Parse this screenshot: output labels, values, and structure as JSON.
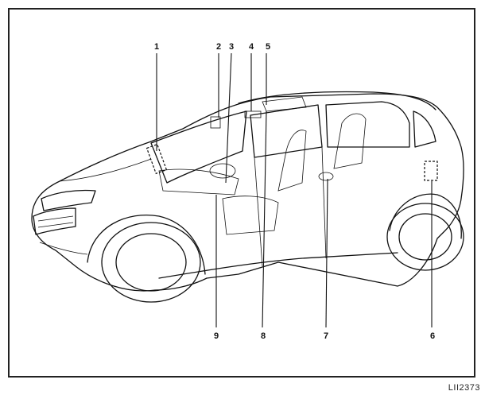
{
  "diagram": {
    "callouts": [
      "1",
      "2",
      "3",
      "4",
      "5",
      "6",
      "7",
      "8",
      "9"
    ],
    "figure_ref": "LII2373"
  },
  "colors": {
    "line": "#111111",
    "background": "#ffffff"
  }
}
